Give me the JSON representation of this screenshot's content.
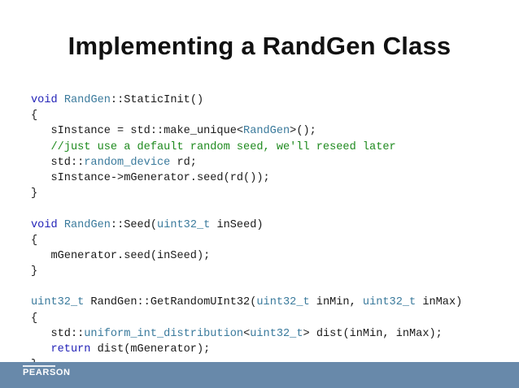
{
  "slide": {
    "title": "Implementing a RandGen Class"
  },
  "code": {
    "lines": [
      [
        {
          "t": "void",
          "c": "kw"
        },
        {
          "t": " ",
          "c": "plain"
        },
        {
          "t": "RandGen",
          "c": "type"
        },
        {
          "t": "::StaticInit()",
          "c": "plain"
        }
      ],
      [
        {
          "t": "{",
          "c": "plain"
        }
      ],
      [
        {
          "t": "   sInstance = std::make_unique<",
          "c": "plain"
        },
        {
          "t": "RandGen",
          "c": "type"
        },
        {
          "t": ">();",
          "c": "plain"
        }
      ],
      [
        {
          "t": "   //just use a default random seed, we'll reseed later",
          "c": "comment"
        }
      ],
      [
        {
          "t": "   std::",
          "c": "plain"
        },
        {
          "t": "random_device",
          "c": "type"
        },
        {
          "t": " rd;",
          "c": "plain"
        }
      ],
      [
        {
          "t": "   sInstance->mGenerator.seed(rd());",
          "c": "plain"
        }
      ],
      [
        {
          "t": "}",
          "c": "plain"
        }
      ],
      [],
      [
        {
          "t": "void",
          "c": "kw"
        },
        {
          "t": " ",
          "c": "plain"
        },
        {
          "t": "RandGen",
          "c": "type"
        },
        {
          "t": "::Seed(",
          "c": "plain"
        },
        {
          "t": "uint32_t",
          "c": "type"
        },
        {
          "t": " inSeed)",
          "c": "plain"
        }
      ],
      [
        {
          "t": "{",
          "c": "plain"
        }
      ],
      [
        {
          "t": "   mGenerator.seed(inSeed);",
          "c": "plain"
        }
      ],
      [
        {
          "t": "}",
          "c": "plain"
        }
      ],
      [],
      [
        {
          "t": "uint32_t",
          "c": "type"
        },
        {
          "t": " RandGen::GetRandomUInt32(",
          "c": "plain"
        },
        {
          "t": "uint32_t",
          "c": "type"
        },
        {
          "t": " inMin, ",
          "c": "plain"
        },
        {
          "t": "uint32_t",
          "c": "type"
        },
        {
          "t": " inMax)",
          "c": "plain"
        }
      ],
      [
        {
          "t": "{",
          "c": "plain"
        }
      ],
      [
        {
          "t": "   std::",
          "c": "plain"
        },
        {
          "t": "uniform_int_distribution",
          "c": "type"
        },
        {
          "t": "<",
          "c": "plain"
        },
        {
          "t": "uint32_t",
          "c": "type"
        },
        {
          "t": "> dist(inMin, inMax);",
          "c": "plain"
        }
      ],
      [
        {
          "t": "   ",
          "c": "plain"
        },
        {
          "t": "return",
          "c": "kw"
        },
        {
          "t": " dist(mGenerator);",
          "c": "plain"
        }
      ],
      [
        {
          "t": "}",
          "c": "plain"
        }
      ]
    ]
  },
  "footer": {
    "logo_text": "PEARSON"
  },
  "colors": {
    "keyword": "#2323b8",
    "type": "#3a7a9c",
    "comment": "#1e8a1e",
    "footer_bar": "#6889aa"
  }
}
